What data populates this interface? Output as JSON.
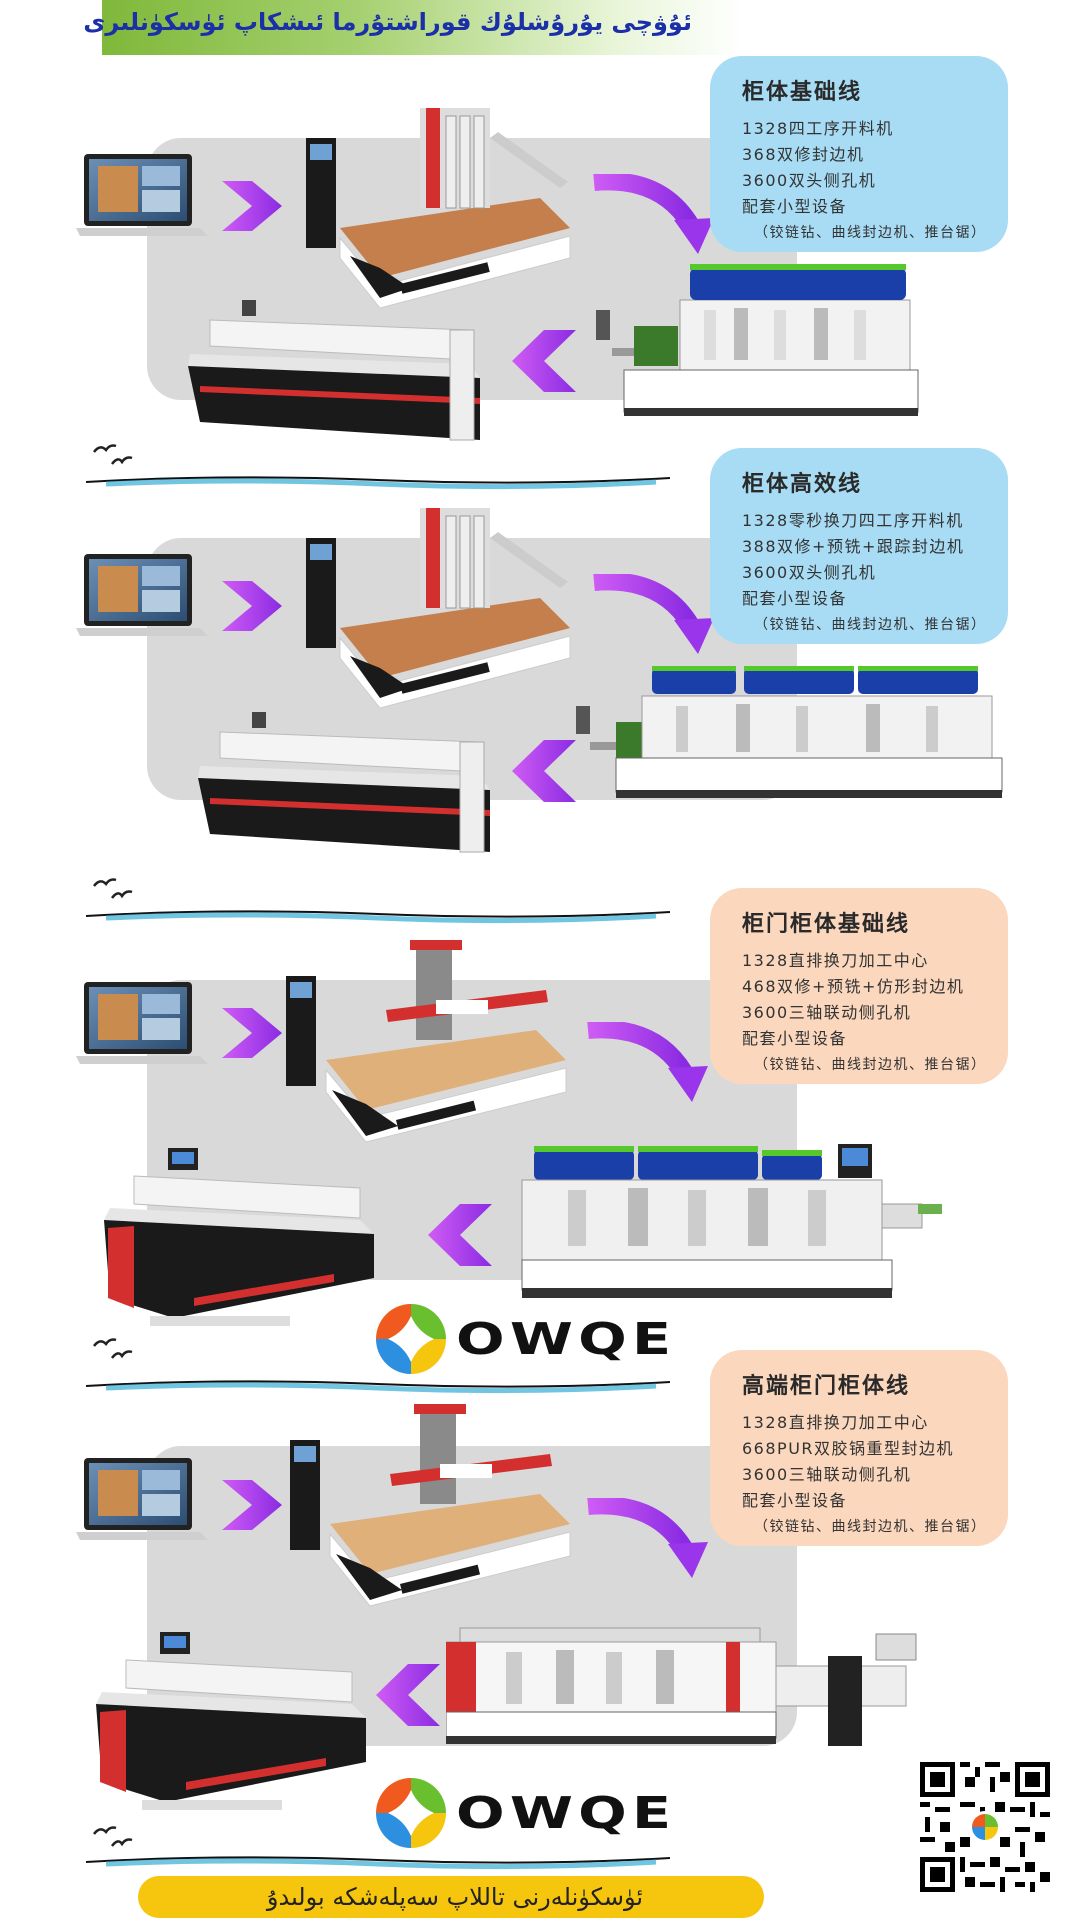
{
  "header": {
    "title": "ئۇۋچى يۇرۇشلۇك قوراشتۇرما ئىشكاپ ئۈسكۈنلىرى"
  },
  "sections": [
    {
      "title": "柜体基础线",
      "lines": [
        "1328四工序开料机",
        "368双修封边机",
        "3600双头侧孔机",
        "配套小型设备"
      ],
      "note": "（铰链钻、曲线封边机、推台锯）",
      "color": "#a7dcf4"
    },
    {
      "title": "柜体高效线",
      "lines": [
        "1328零秒换刀四工序开料机",
        "388双修+预铣+跟踪封边机",
        "3600双头侧孔机",
        "配套小型设备"
      ],
      "note": "（铰链钻、曲线封边机、推台锯）",
      "color": "#a7dcf4"
    },
    {
      "title": "柜门柜体基础线",
      "lines": [
        "1328直排换刀加工中心",
        "468双修+预铣+仿形封边机",
        "3600三轴联动侧孔机",
        "配套小型设备"
      ],
      "note": "（铰链钻、曲线封边机、推台锯）",
      "color": "#fad7bd"
    },
    {
      "title": "高端柜门柜体线",
      "lines": [
        "1328直排换刀加工中心",
        "668PUR双胶锅重型封边机",
        "3600三轴联动侧孔机",
        "配套小型设备"
      ],
      "note": "（铰链钻、曲线封边机、推台锯）",
      "color": "#fad7bd"
    }
  ],
  "logo": {
    "text": "OWQE"
  },
  "footer": {
    "text": "ئۈسكۈنلەرنى تاللاپ سەپلەشكە بولىدۇ"
  },
  "icons": [
    "laptop-icon",
    "cnc-router-icon",
    "edge-bander-icon",
    "side-drill-icon",
    "arrow-right-icon",
    "arrow-left-icon",
    "curved-arrow-icon",
    "birds-icon",
    "wave-icon",
    "qr-code-icon"
  ],
  "colors": {
    "accent_purple": "#a23cf2",
    "header_green": "#7fb83a",
    "footer_yellow": "#f6c60e",
    "info_blue": "#a7dcf4",
    "info_peach": "#fad7bd"
  }
}
